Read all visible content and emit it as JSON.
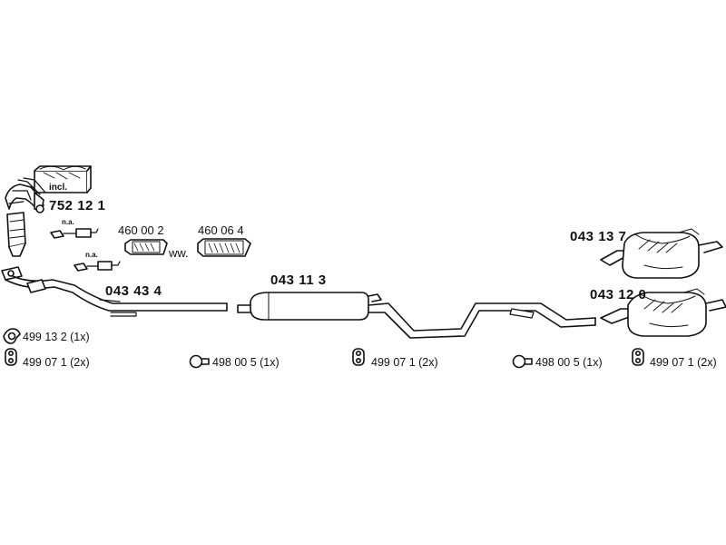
{
  "parts": {
    "manifold_kit": "752 12 1",
    "kit_badge": "incl.",
    "sensor_note_top": "n.a.",
    "sensor_note_bottom": "n.a.",
    "clamp_a": "460 00 2",
    "clamp_b": "460 06 4",
    "clamp_join": "ww.",
    "front_pipe": "043 43 4",
    "centre_muffler": "043 11 3",
    "rear_muffler_a": "043 13 7",
    "rear_muffler_b": "043 12 0"
  },
  "hardware": [
    {
      "icon": "gasket-ring-icon",
      "text": "499 13 2  (1x)"
    },
    {
      "icon": "rubber-hanger-icon",
      "text": "499 07 1 (2x)"
    },
    {
      "icon": "pipe-clamp-icon",
      "text": "498 00 5  (1x)"
    },
    {
      "icon": "rubber-hanger-icon",
      "text": "499 07 1 (2x)"
    },
    {
      "icon": "pipe-clamp-icon",
      "text": "498 00 5  (1x)"
    },
    {
      "icon": "rubber-hanger-icon",
      "text": "499 07 1 (2x)"
    }
  ]
}
